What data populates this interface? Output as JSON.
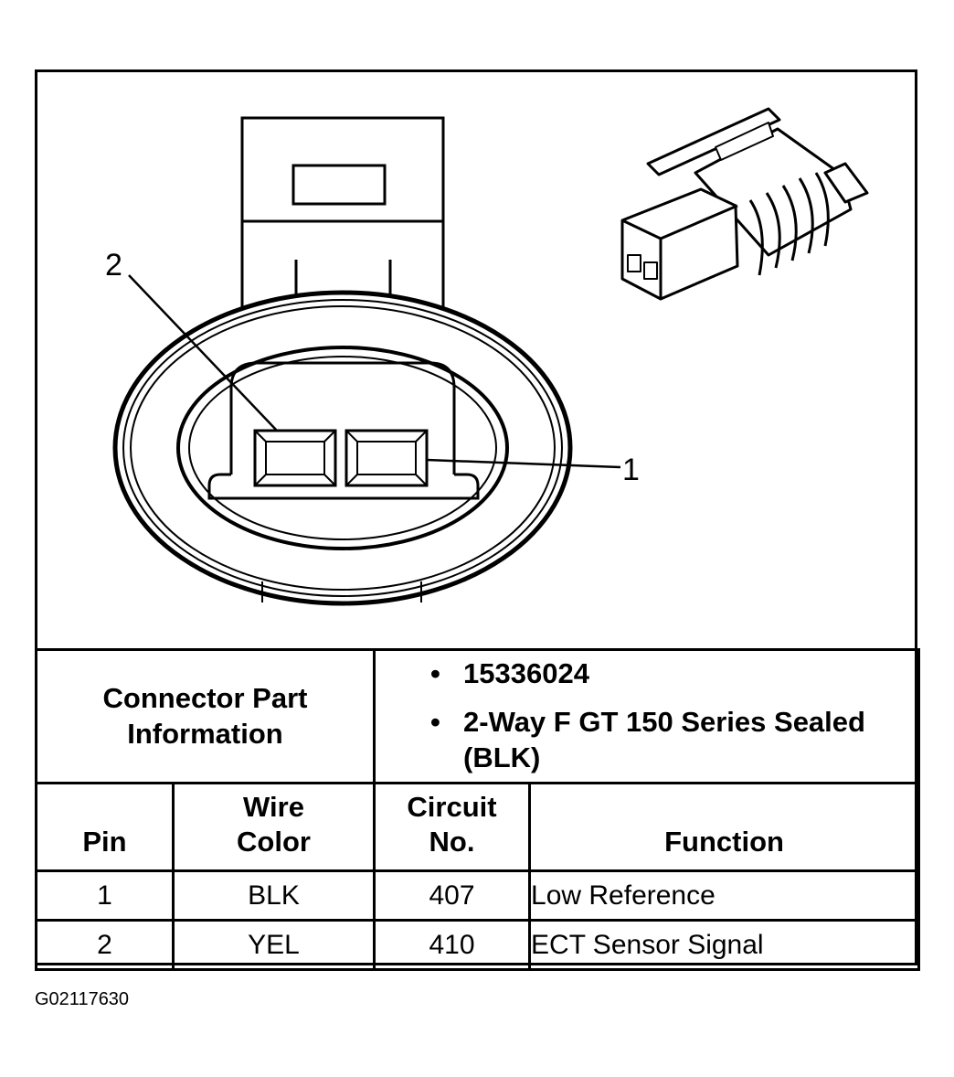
{
  "diagram": {
    "callouts": {
      "pin_2": "2",
      "pin_1": "1"
    }
  },
  "connector_info": {
    "header": [
      "Connector Part",
      "Information"
    ],
    "details": [
      "15336024",
      "2-Way F GT 150 Series Sealed (BLK)"
    ]
  },
  "pin_table": {
    "columns": {
      "pin": "Pin",
      "wire_color": [
        "Wire",
        "Color"
      ],
      "circuit": [
        "Circuit",
        "No."
      ],
      "function": "Function"
    },
    "rows": [
      {
        "pin": "1",
        "wire_color": "BLK",
        "circuit": "407",
        "function": "Low Reference"
      },
      {
        "pin": "2",
        "wire_color": "YEL",
        "circuit": "410",
        "function": "ECT Sensor Signal"
      }
    ]
  },
  "figure_id": "G02117630"
}
